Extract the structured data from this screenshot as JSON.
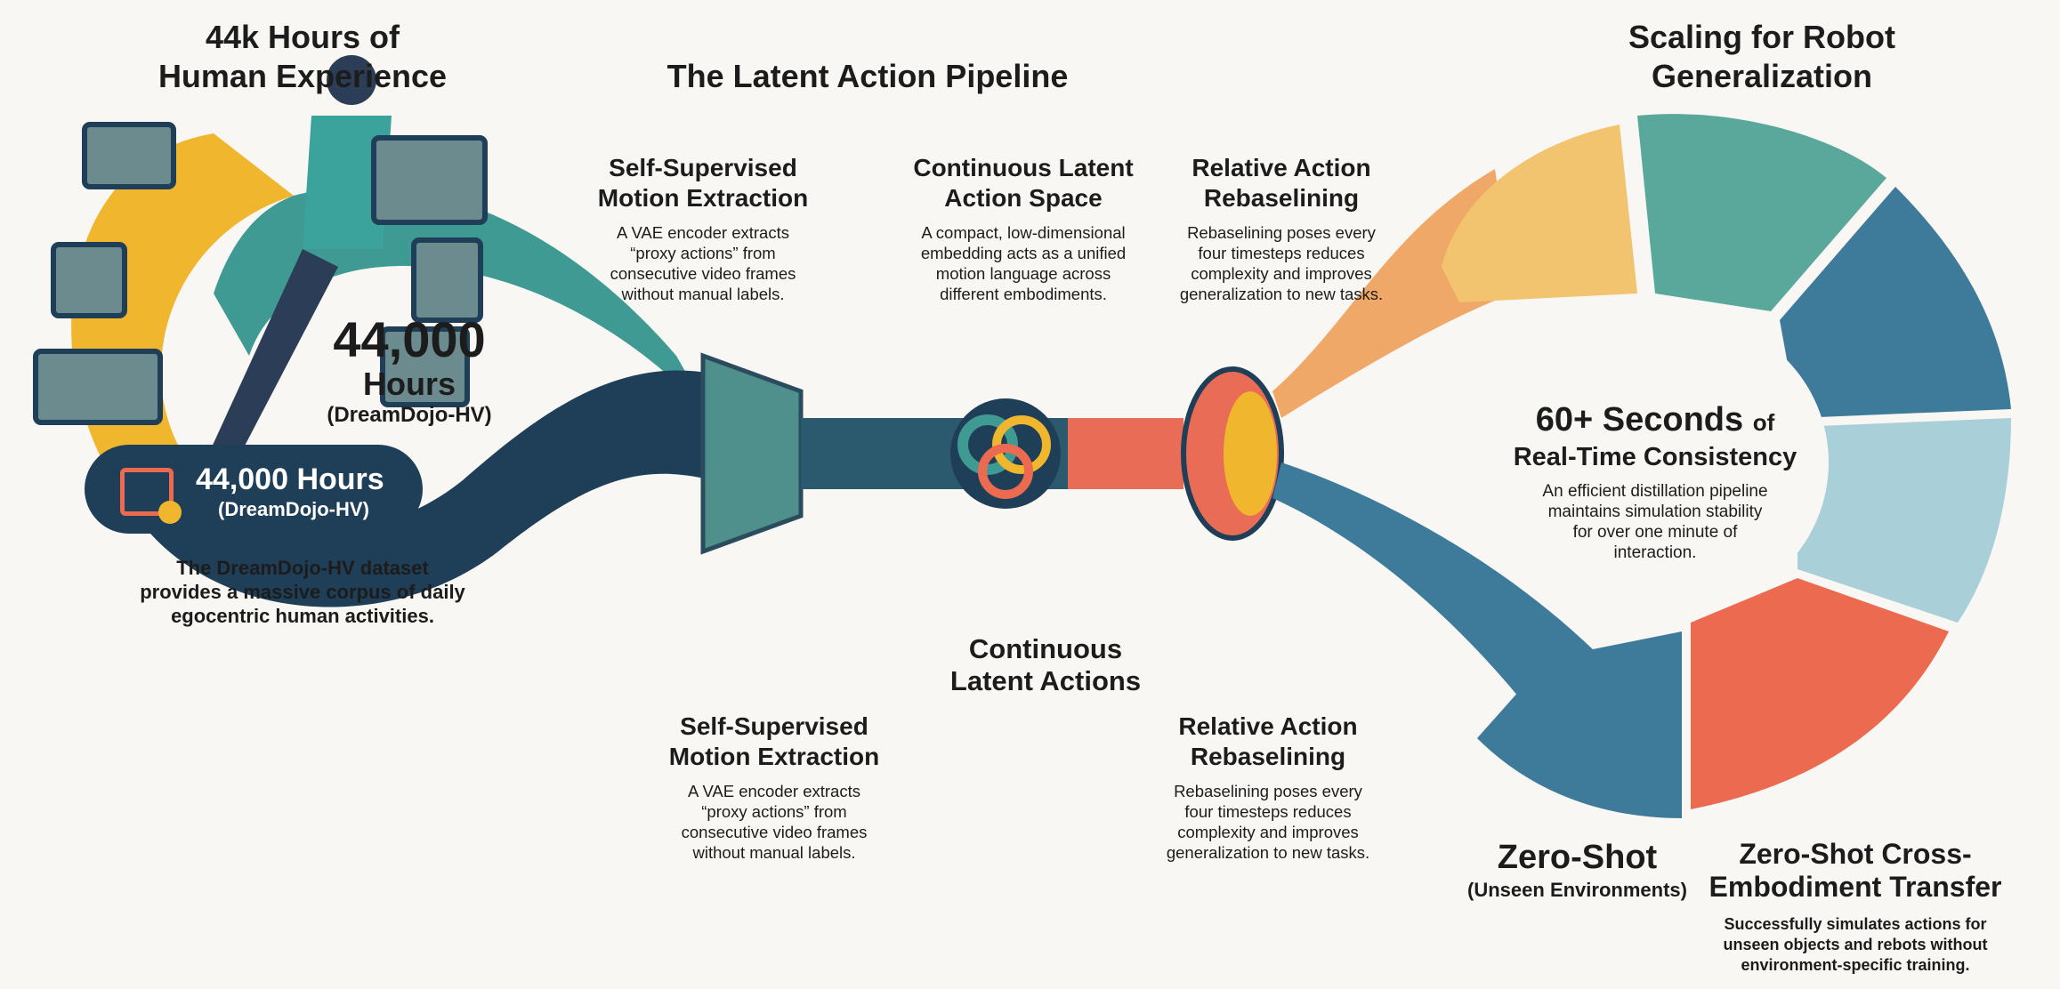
{
  "headers": {
    "left": [
      "44k Hours of",
      "Human Experience"
    ],
    "center": "The Latent Action Pipeline",
    "right": [
      "Scaling for Robot",
      "Generalization"
    ]
  },
  "top_steps": [
    {
      "title": [
        "Self-Supervised",
        "Motion Extraction"
      ],
      "body": [
        "A VAE encoder extracts",
        "“proxy actions” from",
        "consecutive video frames",
        "without manual labels."
      ]
    },
    {
      "title": [
        "Continuous Latent",
        "Action Space"
      ],
      "body": [
        "A compact, low-dimensional",
        "embedding acts as a unified",
        "motion language across",
        "different embodiments."
      ]
    },
    {
      "title": [
        "Relative Action",
        "Rebaselining"
      ],
      "body": [
        "Rebaselining poses every",
        "four timesteps reduces",
        "complexity and improves",
        "generalization to new tasks."
      ]
    }
  ],
  "hours_stat": {
    "value": "44,000",
    "unit": "Hours",
    "source": "(DreamDojo-HV)"
  },
  "badge": {
    "value": "44,000 Hours",
    "source": "(DreamDojo-HV)",
    "icon": "video-clock-icon"
  },
  "dataset_text": [
    "The DreamDojo-HV dataset",
    "provides a massive corpus of daily",
    "egocentric human activities."
  ],
  "center_label": [
    "Continuous",
    "Latent Actions"
  ],
  "bottom_steps": [
    {
      "title": [
        "Self-Supervised",
        "Motion Extraction"
      ],
      "body": [
        "A VAE encoder extracts",
        "“proxy actions” from",
        "consecutive video frames",
        "without manual labels."
      ]
    },
    {
      "title": [
        "Relative Action",
        "Rebaselining"
      ],
      "body": [
        "Rebaselining poses every",
        "four timesteps reduces",
        "complexity and improves",
        "generalization to new tasks."
      ]
    }
  ],
  "consistency": {
    "title_big": "60+ Seconds",
    "title_small": "of",
    "title_line2": "Real-Time Consistency",
    "body": [
      "An efficient distillation pipeline",
      "maintains simulation stability",
      "for over one minute of",
      "interaction."
    ]
  },
  "zero_shot": {
    "title": "Zero-Shot",
    "subtitle": "(Unseen Environments)"
  },
  "cross_embodiment": {
    "title": [
      "Zero-Shot Cross-",
      "Embodiment Transfer"
    ],
    "body": [
      "Successfully simulates actions for",
      "unseen objects and rebots without",
      "environment-specific training."
    ]
  },
  "colors": {
    "yellow": "#f0b62e",
    "teal": "#3f9a94",
    "navy": "#1f3e57",
    "coral": "#ec6b50",
    "steel": "#3e7a9a"
  }
}
